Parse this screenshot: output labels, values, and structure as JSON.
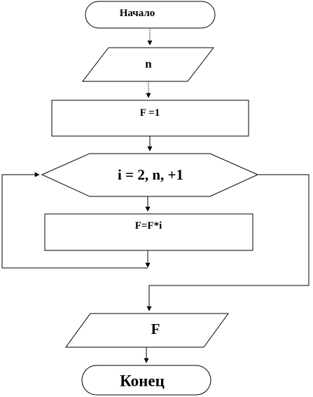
{
  "diagram": {
    "start_label": "Начало",
    "input_label": "n",
    "init_label": "F =1",
    "loop_label": "i = 2, n, +1",
    "body_label": "F=F*i",
    "output_label": "F",
    "end_label": "Конец"
  }
}
